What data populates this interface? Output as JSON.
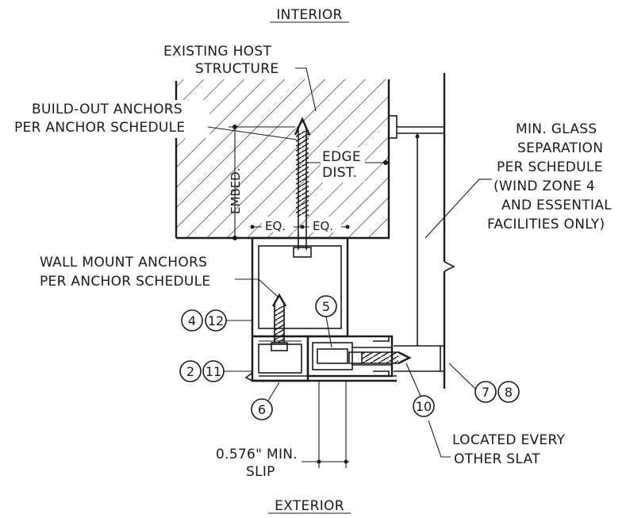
{
  "orientation": {
    "top": "INTERIOR",
    "bottom": "EXTERIOR"
  },
  "labels": {
    "host_line1": "EXISTING HOST",
    "host_line2": "STRUCTURE",
    "buildout_line1": "BUILD-OUT ANCHORS",
    "buildout_line2": "PER ANCHOR SCHEDULE",
    "edge_line1": "EDGE",
    "edge_line2": "DIST.",
    "embed": "EMBED.",
    "eq_left": "EQ.",
    "eq_right": "EQ.",
    "wall_line1": "WALL MOUNT ANCHORS",
    "wall_line2": "PER ANCHOR SCHEDULE",
    "glass_line1": "MIN. GLASS",
    "glass_line2": "SEPARATION",
    "glass_line3": "PER SCHEDULE",
    "glass_line4": "(WIND ZONE 4",
    "glass_line5": "AND ESSENTIAL",
    "glass_line6": "FACILITIES ONLY)",
    "slip_line1": "0.576\" MIN.",
    "slip_line2": "SLIP",
    "located_line1": "LOCATED EVERY",
    "located_line2": "OTHER SLAT"
  },
  "callouts": {
    "c4": "4",
    "c12": "12",
    "c5": "5",
    "c2": "2",
    "c11": "11",
    "c6": "6",
    "c10": "10",
    "c7": "7",
    "c8": "8"
  }
}
